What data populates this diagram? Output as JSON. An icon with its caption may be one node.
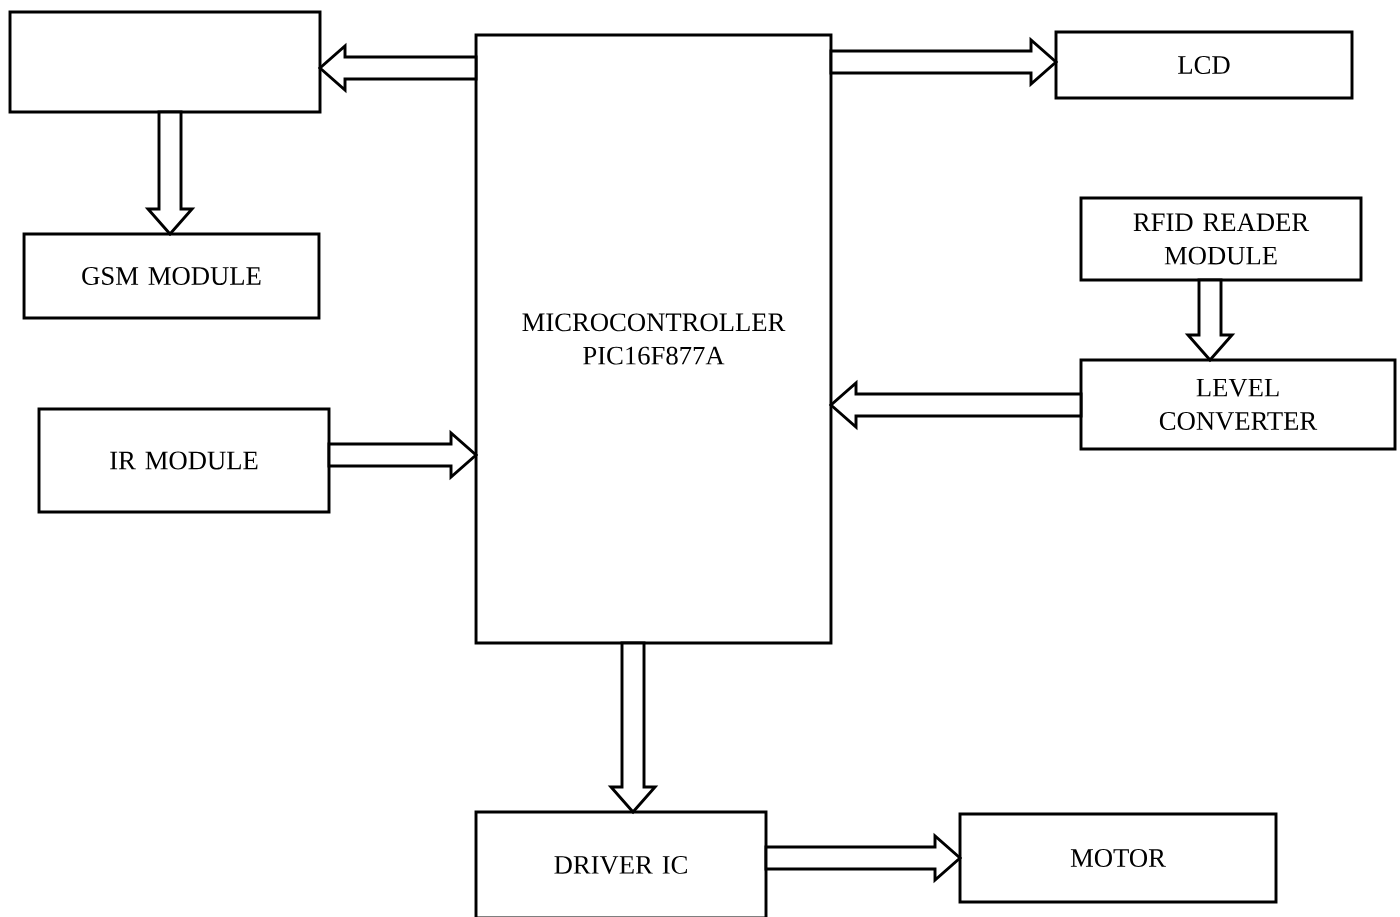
{
  "diagram": {
    "nodes": [
      {
        "text": [],
        "shape": "box"
      },
      {
        "text": [
          "MICROCONTROLLER PIC16F877A"
        ]
      },
      {
        "text": [
          "LCD"
        ]
      },
      {
        "text": [
          "GSM MODULE"
        ]
      },
      {
        "text": [
          "RFID READER MODULE"
        ]
      },
      {
        "text": [
          "LEVEL CONVERTER"
        ]
      },
      {
        "text": [
          "IR MODULE"
        ]
      },
      {
        "text": [
          "DRIVER IC"
        ]
      },
      {
        "text": [
          "MOTOR"
        ]
      }
    ],
    "edges": [
      {
        "from": 1,
        "to": 0,
        "arrow": "to"
      },
      {
        "from": 1,
        "to": 2,
        "arrow": "to"
      },
      {
        "from": 0,
        "to": 3,
        "arrow": "to"
      },
      {
        "from": 4,
        "to": 5,
        "arrow": "to"
      },
      {
        "from": 5,
        "to": 1,
        "arrow": "to"
      },
      {
        "from": 6,
        "to": 1,
        "arrow": "to"
      },
      {
        "from": 1,
        "to": 7,
        "arrow": "to"
      },
      {
        "from": 7,
        "to": 8,
        "arrow": "to"
      }
    ]
  }
}
